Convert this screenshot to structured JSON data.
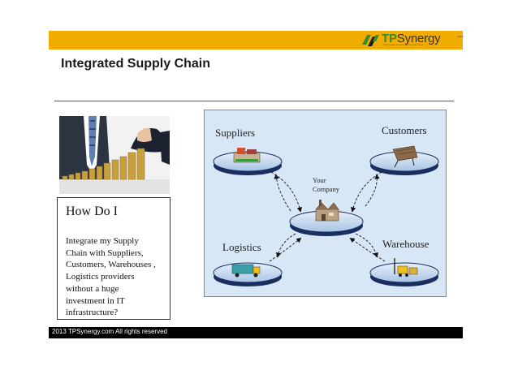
{
  "header": {
    "logo": {
      "brand_tp": "TP",
      "brand_rest": "Synergy",
      "trademark": ".com",
      "tagline": "Integration & Outsourcing Services"
    }
  },
  "slide": {
    "title": "Integrated Supply Chain"
  },
  "question": {
    "heading": "How Do I",
    "body_lines": [
      "Integrate my Supply",
      "Chain with Suppliers,",
      "Customers, Warehouses ,",
      "Logistics providers",
      "without a huge",
      "investment in IT",
      "infrastructure?"
    ]
  },
  "diagram": {
    "center_lines": [
      "Your",
      "Company"
    ],
    "nodes": {
      "suppliers": "Suppliers",
      "customers": "Customers",
      "logistics": "Logistics",
      "warehouse": "Warehouse"
    }
  },
  "colors": {
    "accent_bar": "#f0ac00",
    "diagram_bg": "#d7e7f6",
    "platform_top": "#c8dcf0",
    "platform_side": "#1a2f60",
    "footer": "#000000"
  },
  "footer": {
    "copyright": "2013 TPSynergy.com All rights reserved"
  }
}
